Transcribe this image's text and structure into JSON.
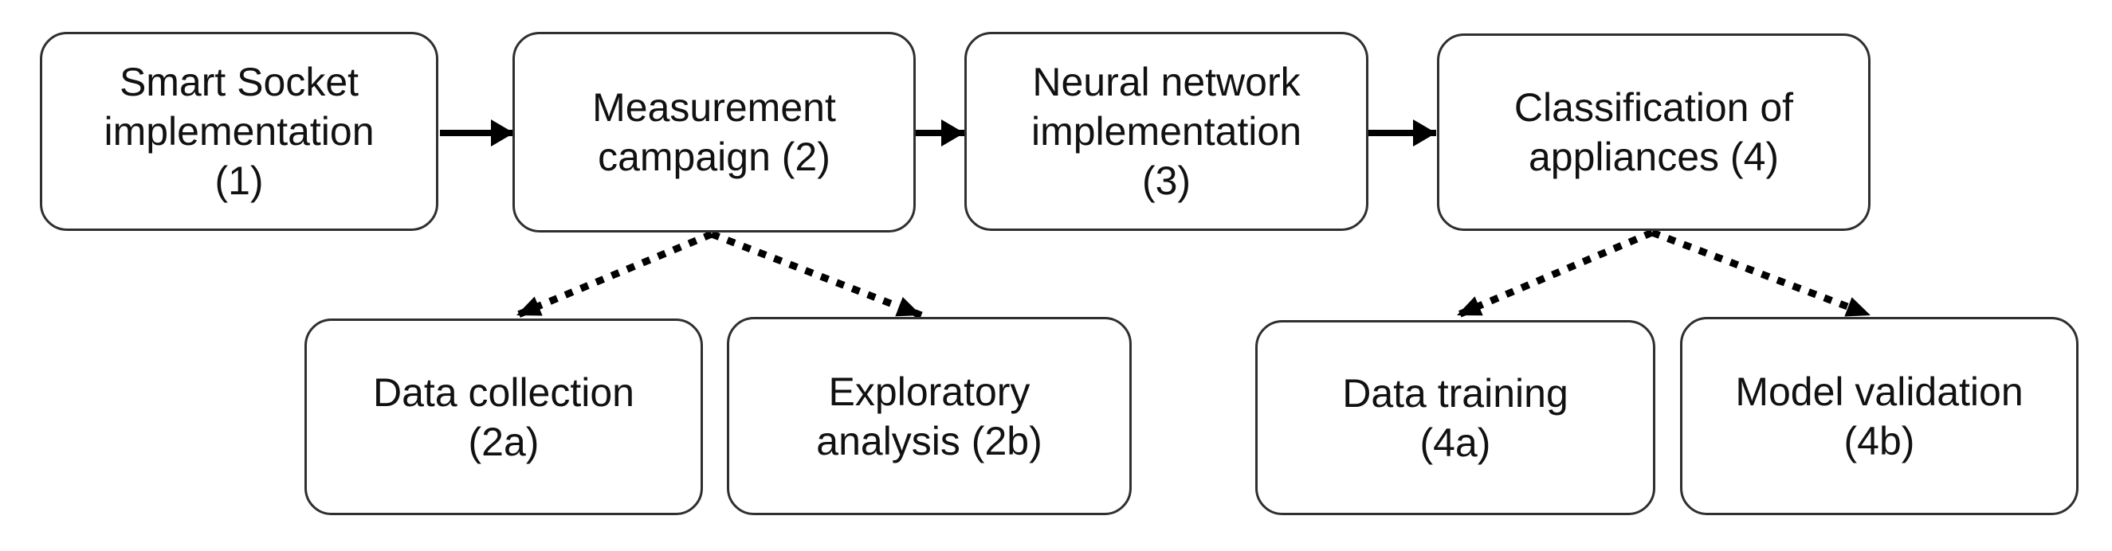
{
  "diagram": {
    "colors": {
      "background": "#ffffff",
      "border": "#2f2f2f",
      "text": "#111111",
      "arrow": "#000000"
    },
    "nodes": [
      {
        "id": "1",
        "label": "Smart Socket implementation (1)",
        "lines": [
          "Smart Socket",
          "implementation",
          "(1)"
        ]
      },
      {
        "id": "2",
        "label": "Measurement campaign (2)",
        "lines": [
          "Measurement",
          "campaign (2)"
        ]
      },
      {
        "id": "3",
        "label": "Neural network implementation (3)",
        "lines": [
          "Neural network",
          "implementation",
          "(3)"
        ]
      },
      {
        "id": "4",
        "label": "Classification of appliances (4)",
        "lines": [
          "Classification of",
          "appliances (4)"
        ]
      },
      {
        "id": "2a",
        "label": "Data collection (2a)",
        "lines": [
          "Data collection",
          "(2a)"
        ]
      },
      {
        "id": "2b",
        "label": "Exploratory analysis (2b)",
        "lines": [
          "Exploratory",
          "analysis (2b)"
        ]
      },
      {
        "id": "4a",
        "label": "Data training (4a)",
        "lines": [
          "Data training",
          "(4a)"
        ]
      },
      {
        "id": "4b",
        "label": "Model validation (4b)",
        "lines": [
          "Model validation",
          "(4b)"
        ]
      }
    ],
    "edges": [
      {
        "from": "1",
        "to": "2",
        "style": "solid"
      },
      {
        "from": "2",
        "to": "3",
        "style": "solid"
      },
      {
        "from": "3",
        "to": "4",
        "style": "solid"
      },
      {
        "from": "2",
        "to": "2a",
        "style": "dotted"
      },
      {
        "from": "2",
        "to": "2b",
        "style": "dotted"
      },
      {
        "from": "4",
        "to": "4a",
        "style": "dotted"
      },
      {
        "from": "4",
        "to": "4b",
        "style": "dotted"
      }
    ]
  }
}
